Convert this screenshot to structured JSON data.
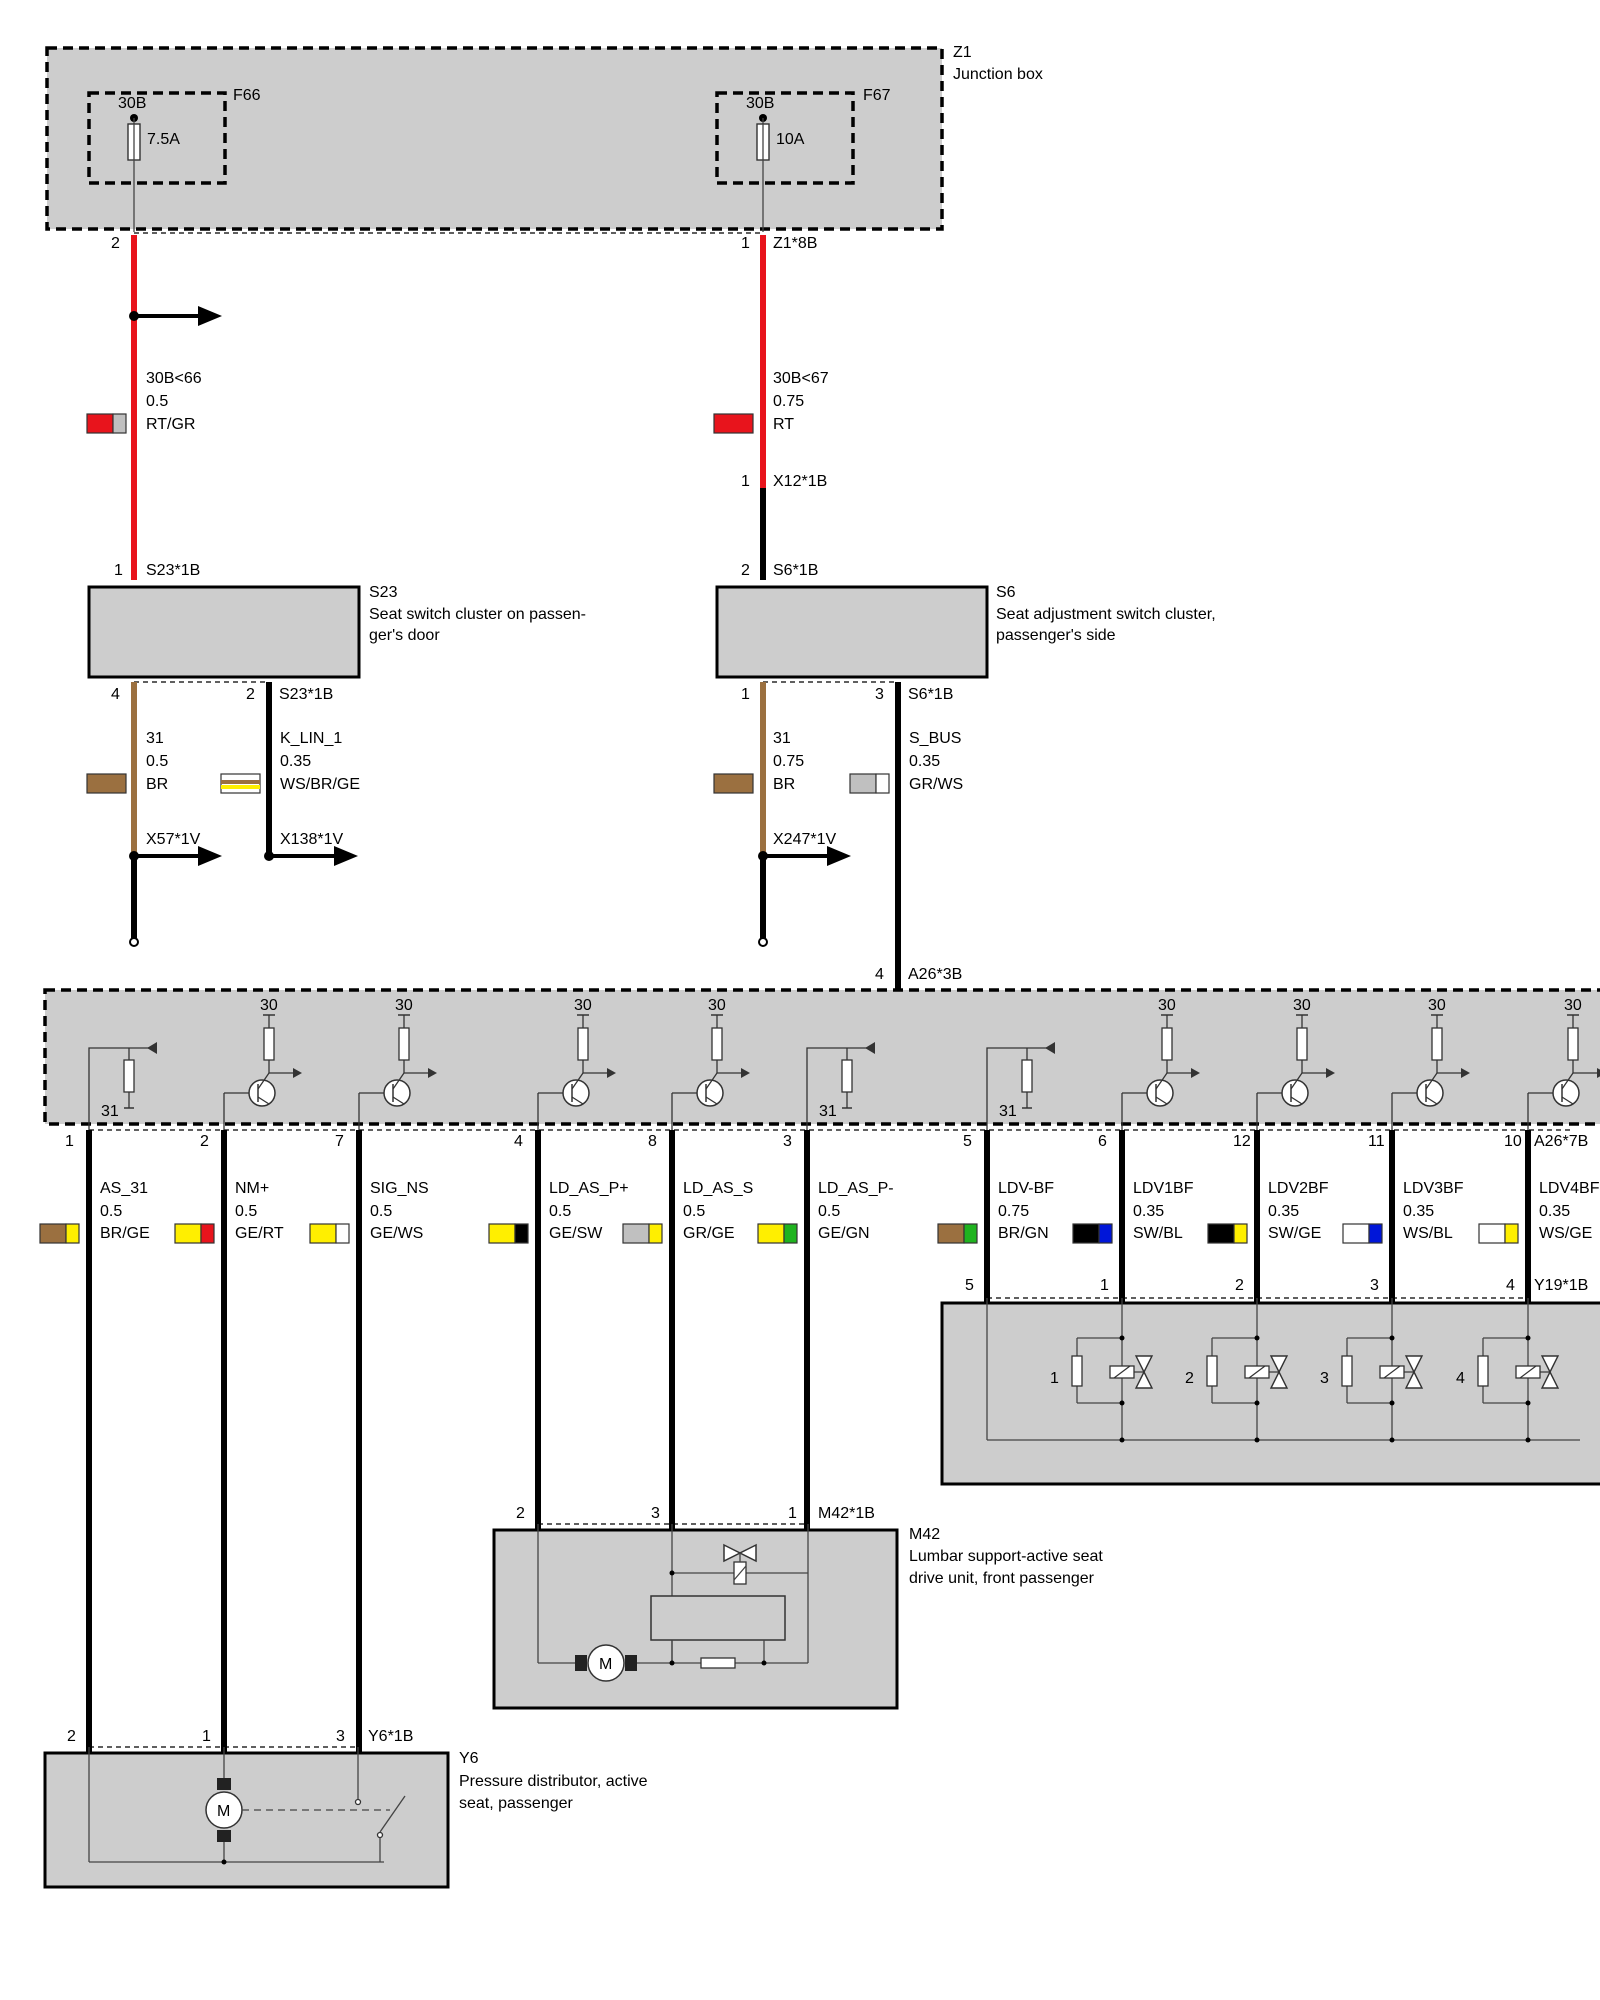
{
  "colors": {
    "red": "#e8141c",
    "black": "#000000",
    "brown": "#9b7040",
    "yellow": "#ffef00",
    "grey": "#c0c0c0",
    "white": "#ffffff",
    "green": "#1fb31f",
    "blue": "#0016d9",
    "component_fill": "#cdcdcd"
  },
  "z1": {
    "id": "Z1",
    "name": "Junction box",
    "connector": "Z1*8B"
  },
  "f66": {
    "id": "F66",
    "terminal": "30B",
    "rating": "7.5A",
    "pin": "2"
  },
  "f67": {
    "id": "F67",
    "terminal": "30B",
    "rating": "10A",
    "pin": "1"
  },
  "w_30b66": {
    "signal": "30B<66",
    "size": "0.5",
    "color": "RT/GR"
  },
  "w_30b67": {
    "signal": "30B<67",
    "size": "0.75",
    "color": "RT"
  },
  "x12": {
    "pin": "1",
    "label": "X12*1B"
  },
  "s23": {
    "id": "S23",
    "name_line1": "Seat switch cluster on passen-",
    "name_line2": "ger's door",
    "in_pin": "1",
    "in_conn": "S23*1B",
    "pin_gnd": "4",
    "pin_lin": "2",
    "out_conn": "S23*1B"
  },
  "s6": {
    "id": "S6",
    "name_line1": "Seat adjustment switch cluster,",
    "name_line2": "passenger's side",
    "in_pin": "2",
    "in_conn": "S6*1B",
    "pin_gnd": "1",
    "pin_bus": "3",
    "out_conn": "S6*1B"
  },
  "w_s23_gnd": {
    "signal": "31",
    "size": "0.5",
    "color": "BR",
    "conn": "X57*1V"
  },
  "w_klin": {
    "signal": "K_LIN_1",
    "size": "0.35",
    "color": "WS/BR/GE",
    "conn": "X138*1V"
  },
  "w_s6_gnd": {
    "signal": "31",
    "size": "0.75",
    "color": "BR",
    "conn": "X247*1V"
  },
  "w_sbus": {
    "signal": "S_BUS",
    "size": "0.35",
    "color": "GR/WS"
  },
  "a26": {
    "top_pin": "4",
    "top_conn": "A26*3B",
    "bottom_conn": "A26*7B",
    "terminal_30": "30",
    "terminal_31": "31"
  },
  "a26_wires": [
    {
      "pin": "1",
      "signal": "AS_31",
      "size": "0.5",
      "color": "BR/GE"
    },
    {
      "pin": "2",
      "signal": "NM+",
      "size": "0.5",
      "color": "GE/RT"
    },
    {
      "pin": "7",
      "signal": "SIG_NS",
      "size": "0.5",
      "color": "GE/WS"
    },
    {
      "pin": "4",
      "signal": "LD_AS_P+",
      "size": "0.5",
      "color": "GE/SW"
    },
    {
      "pin": "8",
      "signal": "LD_AS_S",
      "size": "0.5",
      "color": "GR/GE"
    },
    {
      "pin": "3",
      "signal": "LD_AS_P-",
      "size": "0.5",
      "color": "GE/GN"
    },
    {
      "pin": "5",
      "signal": "LDV-BF",
      "size": "0.75",
      "color": "BR/GN"
    },
    {
      "pin": "6",
      "signal": "LDV1BF",
      "size": "0.35",
      "color": "SW/BL"
    },
    {
      "pin": "12",
      "signal": "LDV2BF",
      "size": "0.35",
      "color": "SW/GE"
    },
    {
      "pin": "11",
      "signal": "LDV3BF",
      "size": "0.35",
      "color": "WS/BL"
    },
    {
      "pin": "10",
      "signal": "LDV4BF",
      "size": "0.35",
      "color": "WS/GE"
    }
  ],
  "y19": {
    "conn": "Y19*1B",
    "pins": [
      "5",
      "1",
      "2",
      "3",
      "4"
    ],
    "valve_labels": [
      "1",
      "2",
      "3",
      "4"
    ]
  },
  "m42": {
    "id": "M42",
    "name_line1": "Lumbar support-active seat",
    "name_line2": "drive unit, front passenger",
    "pins": [
      "2",
      "3",
      "1"
    ],
    "conn": "M42*1B"
  },
  "y6": {
    "id": "Y6",
    "name_line1": "Pressure distributor, active",
    "name_line2": "seat, passenger",
    "pins": [
      "2",
      "1",
      "3"
    ],
    "conn": "Y6*1B"
  }
}
